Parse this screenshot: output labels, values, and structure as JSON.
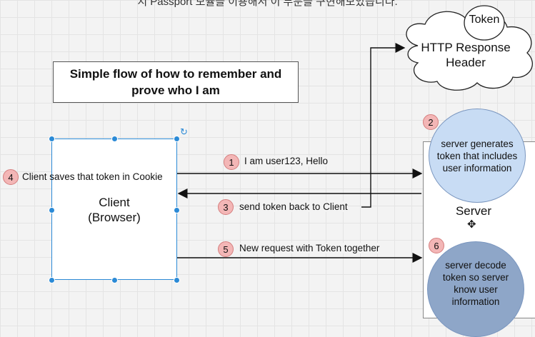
{
  "caption": "지 Passport 모듈을 이용해서 이 부분을 구현해보았습니다.",
  "title": {
    "line1": "Simple flow of how to remember and",
    "line2": "prove who I am"
  },
  "client": {
    "line1": "Client",
    "line2": "(Browser)"
  },
  "server": {
    "label": "Server"
  },
  "cloud": {
    "token": "Token",
    "line1": "HTTP Response",
    "line2": "Header"
  },
  "steps": {
    "s1": {
      "num": "1",
      "text": "I am user123, Hello"
    },
    "s2": {
      "num": "2",
      "line1": "server generates",
      "line2": "token that includes",
      "line3": "user information"
    },
    "s3": {
      "num": "3",
      "text": "send token back to Client"
    },
    "s4": {
      "num": "4",
      "text": "Client saves that token in Cookie"
    },
    "s5": {
      "num": "5",
      "text": "New request with Token together"
    },
    "s6": {
      "num": "6",
      "line1": "server decode",
      "line2": "token so server",
      "line3": "know user",
      "line4": "information"
    }
  },
  "colors": {
    "badge": "#f3b6b6",
    "selection": "#2b8ad6",
    "circle_top": "#c8dcf4",
    "circle_bottom": "#8ea6c8"
  }
}
